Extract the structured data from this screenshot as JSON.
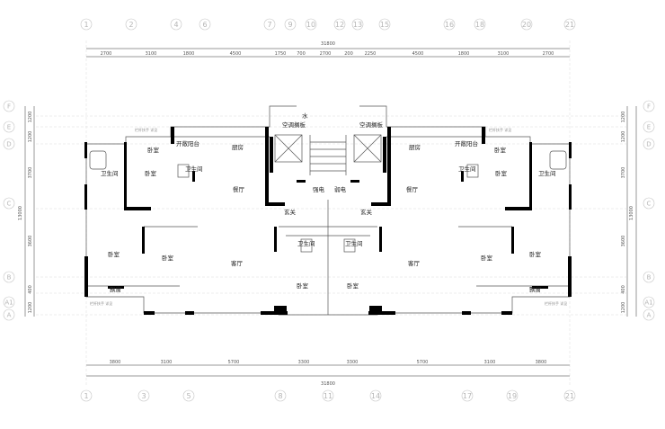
{
  "top_axes": [
    "1",
    "2",
    "4",
    "6",
    "7",
    "9",
    "10",
    "12",
    "13",
    "15",
    "16",
    "18",
    "20",
    "21"
  ],
  "bottom_axes": [
    "1",
    "3",
    "5",
    "8",
    "11",
    "14",
    "17",
    "19",
    "21"
  ],
  "side_axes": [
    "F",
    "E",
    "D",
    "C",
    "B",
    "A1",
    "A"
  ],
  "top_dims": [
    "2700",
    "3100",
    "1800",
    "4500",
    "1750",
    "700",
    "2700",
    "200",
    "2250",
    "4500",
    "1800",
    "3100",
    "2700"
  ],
  "top_total": "31800",
  "bottom_dims": [
    "3800",
    "3100",
    "5700",
    "3300",
    "3300",
    "5700",
    "3100",
    "3800"
  ],
  "bottom_total": "31800",
  "left_dims": [
    "1200",
    "1200",
    "3700",
    "3600",
    "400",
    "1200"
  ],
  "left_total": "13000",
  "right_dims": [
    "1200",
    "1200",
    "3700",
    "3600",
    "400",
    "1200"
  ],
  "right_total": "13000",
  "rooms": {
    "ac_left": "空调搁板",
    "ac_right": "空调搁板",
    "shaft": "水",
    "kitchen_l": "厨房",
    "kitchen_r": "厨房",
    "balcony_l": "开敞阳台",
    "balcony_r": "开敞阳台",
    "bed_nl": "卧室",
    "bed_nr": "卧室",
    "bath_wl": "卫生间",
    "bath_el": "卫生间",
    "bath_wr": "卫生间",
    "bath_er": "卫生间",
    "bed_l1": "卧室",
    "bed_r1": "卧室",
    "dining_l": "餐厅",
    "dining_r": "餐厅",
    "elec_strong": "强电",
    "elec_weak": "弱电",
    "foyer_l": "玄关",
    "foyer_r": "玄关",
    "bath_cl": "卫生间",
    "bath_cr": "卫生间",
    "bed_sl": "卧室",
    "bed_sl2": "卧室",
    "living_l": "客厅",
    "living_r": "客厅",
    "bed_sr2": "卧室",
    "bed_sr": "卧室",
    "bed_cl": "卧室",
    "bed_cr": "卧室",
    "bay_l": "飘窗",
    "bay_r": "飘窗"
  },
  "notes": {
    "rail_l": "栏杆扶手 详见",
    "rail_r": "栏杆扶手 详见",
    "rail_bl": "栏杆扶手 详见",
    "rail_br": "栏杆扶手 详见"
  }
}
